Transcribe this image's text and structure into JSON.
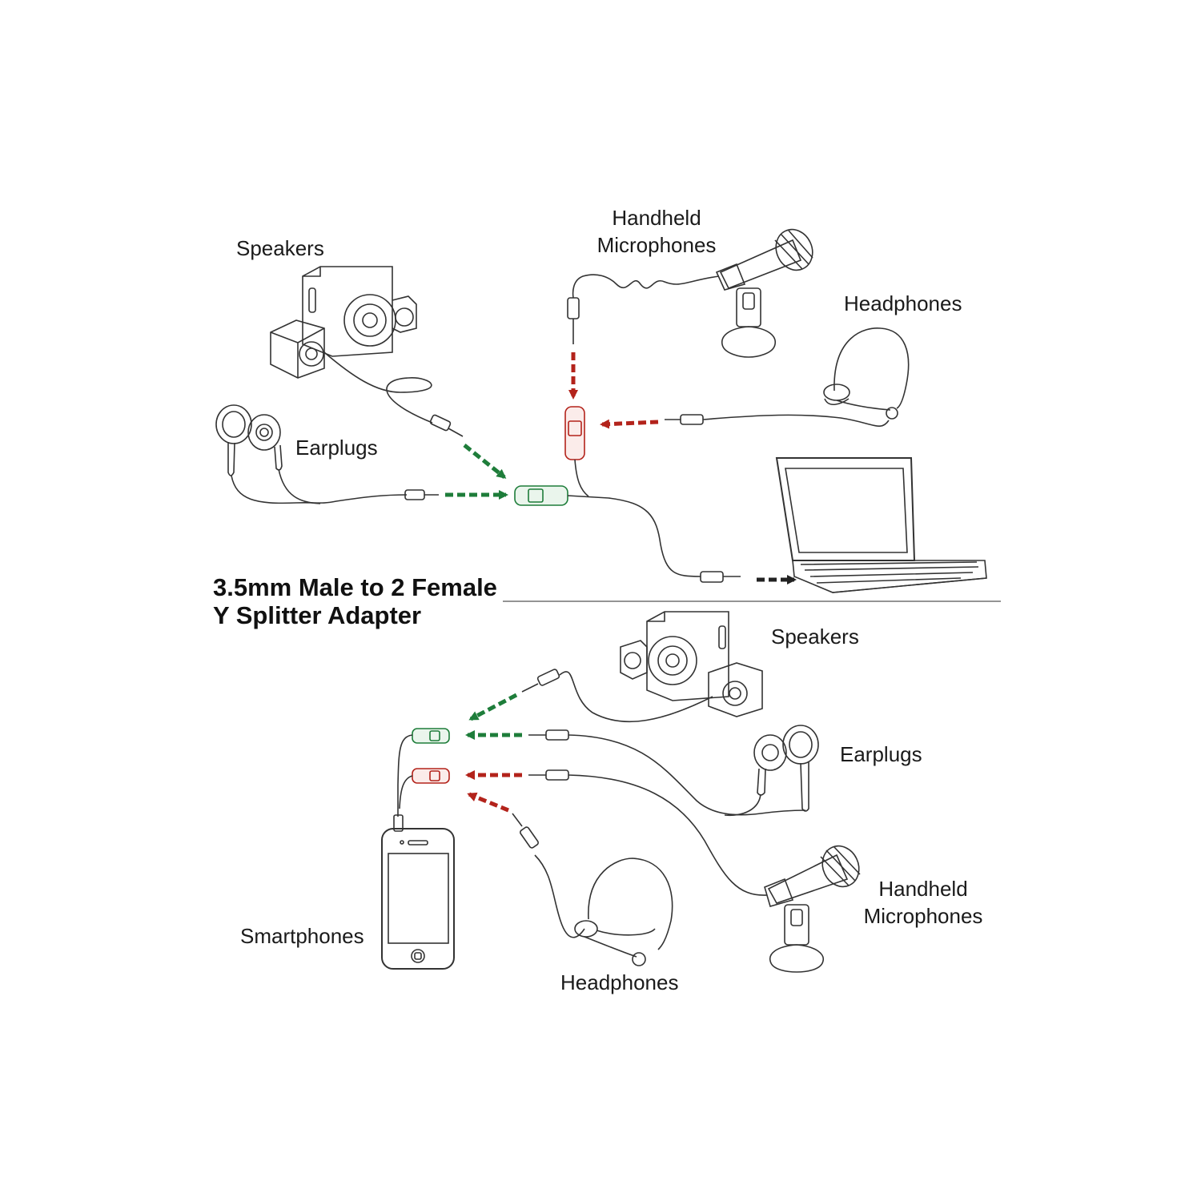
{
  "colors": {
    "green": "#1e7d3a",
    "red": "#b3231b",
    "line": "#333333"
  },
  "top": {
    "speakers": "Speakers",
    "handheld_line1": "Handheld",
    "handheld_line2": "Microphones",
    "headphones": "Headphones",
    "earplugs": "Earplugs"
  },
  "title_line1": "3.5mm Male to 2 Female",
  "title_line2": "Y Splitter Adapter",
  "bottom": {
    "speakers": "Speakers",
    "earplugs": "Earplugs",
    "handheld_line1": "Handheld",
    "handheld_line2": "Microphones",
    "smartphones": "Smartphones",
    "headphones": "Headphones"
  }
}
